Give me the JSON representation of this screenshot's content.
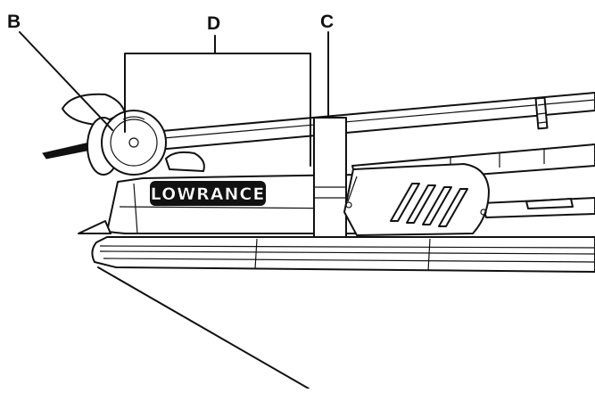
{
  "callouts": {
    "b": "B",
    "c": "C",
    "d": "D"
  },
  "brand_label": "LOWRANCE",
  "colors": {
    "ink": "#111111",
    "paper": "#ffffff",
    "shade": "#d9d9d9"
  }
}
